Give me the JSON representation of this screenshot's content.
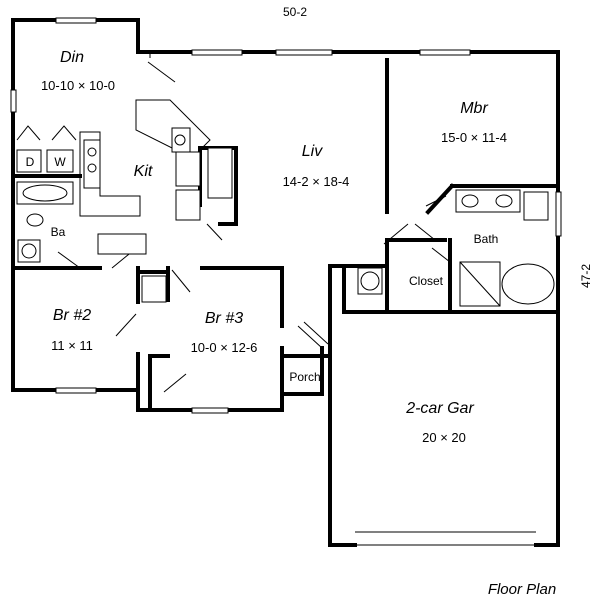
{
  "overall": {
    "width_label": "50-2",
    "depth_label": "47-2"
  },
  "title": "Floor Plan",
  "rooms": {
    "din": {
      "name": "Din",
      "size": "10-10 × 10-0"
    },
    "kit": {
      "name": "Kit"
    },
    "liv": {
      "name": "Liv",
      "size": "14-2 × 18-4"
    },
    "mbr": {
      "name": "Mbr",
      "size": "15-0 × 11-4"
    },
    "bath": {
      "name": "Bath"
    },
    "closet": {
      "name": "Closet"
    },
    "ba": {
      "name": "Ba"
    },
    "br2": {
      "name": "Br #2",
      "size": "11 × 11"
    },
    "br3": {
      "name": "Br #3",
      "size": "10-0 × 12-6"
    },
    "porch": {
      "name": "Porch"
    },
    "garage": {
      "name": "2-car Gar",
      "size": "20 × 20"
    }
  },
  "appliances": {
    "dryer": "D",
    "washer": "W"
  }
}
